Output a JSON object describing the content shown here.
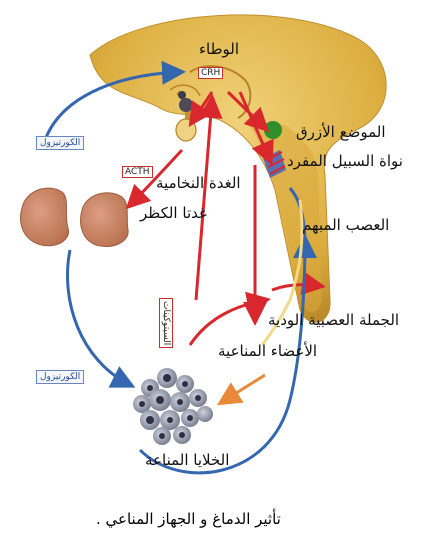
{
  "labels": {
    "hypothalamus": "الوطاء",
    "crh": "CRH",
    "locus_coeruleus": "الموضع الأزرق",
    "solitary_nucleus": "نواة السبيل المفرد",
    "pituitary": "الغدة النخامية",
    "acth": "ACTH",
    "adrenal": "غدتا الكظر",
    "vagus": "العصب المبهم",
    "sympathetic": "الجملة العصبية الودية",
    "immune_organs": "الأعضاء المناعية",
    "cytokines": "السيتوكينات",
    "cortisol_top": "الكورتيزول",
    "cortisol_bottom": "الكورتيزول",
    "immune_cells": "الخلايا المناعة",
    "caption": "تأثير الدماغ و الجهاز المناعي ."
  },
  "colors": {
    "brain": "#e3b94a",
    "brain_shade": "#c9962c",
    "red_arrow": "#d8272d",
    "blue_arrow": "#3566b0",
    "adrenal": "#c98466",
    "locus": "#2f8f2a"
  }
}
